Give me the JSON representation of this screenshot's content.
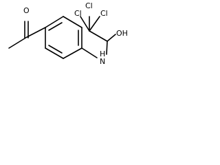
{
  "molecule": {
    "atoms": {
      "oxygen_carbonyl": "O",
      "nitrogen": "H\nN",
      "chlorine_1": "Cl",
      "chlorine_2": "Cl",
      "chlorine_3": "Cl",
      "hydroxyl": "OH"
    }
  },
  "colors": {
    "bond": "#000000",
    "text": "#000000",
    "background": "#ffffff"
  }
}
